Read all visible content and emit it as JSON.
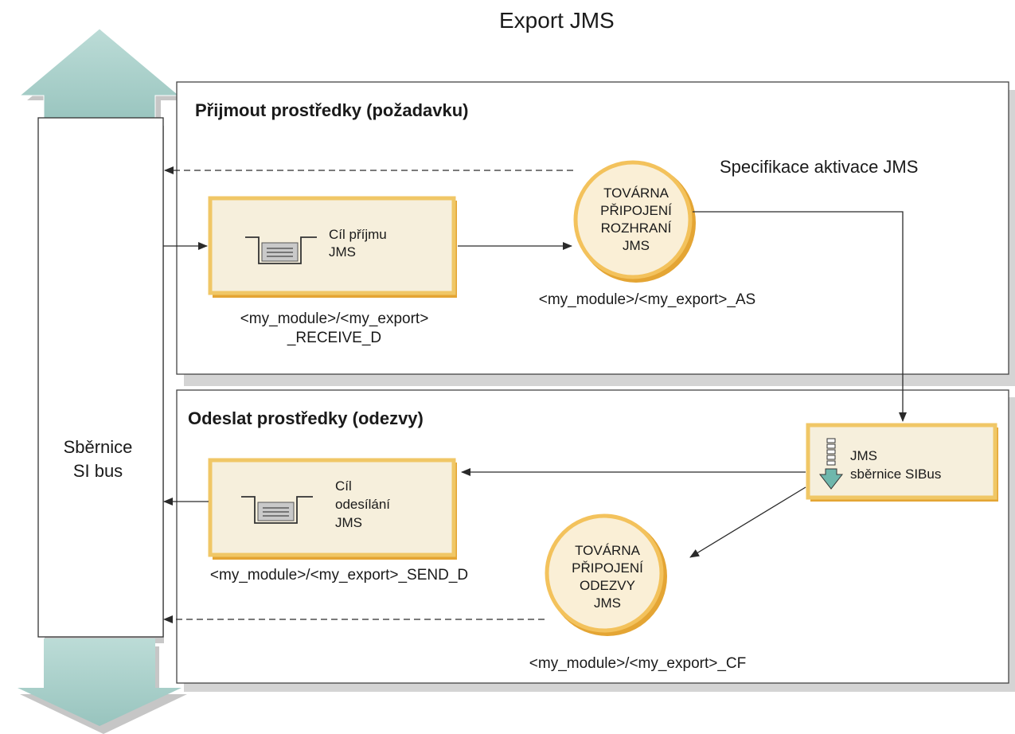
{
  "title": "Export JMS",
  "bus_label": [
    "Sběrnice",
    "SI bus"
  ],
  "request_section": {
    "heading": "Přijmout prostředky (požadavku)",
    "activation_spec_label": "Specifikace aktivace JMS",
    "receive_destination": {
      "label": [
        "Cíl příjmu",
        "JMS"
      ],
      "caption": [
        "<my_module>/<my_export>",
        "_RECEIVE_D"
      ]
    },
    "interface_factory": {
      "label": [
        "TOVÁRNA",
        "PŘIPOJENÍ",
        "ROZHRANÍ",
        "JMS"
      ],
      "caption": "<my_module>/<my_export>_AS"
    }
  },
  "response_section": {
    "heading": "Odeslat prostředky (odezvy)",
    "sibus": {
      "label": [
        "JMS",
        "sběrnice SIBus"
      ]
    },
    "send_destination": {
      "label": [
        "Cíl",
        "odesílání",
        "JMS"
      ],
      "caption": "<my_module>/<my_export>_SEND_D"
    },
    "response_factory": {
      "label": [
        "TOVÁRNA",
        "PŘIPOJENÍ",
        "ODEZVY",
        "JMS"
      ],
      "caption": "<my_module>/<my_export>_CF"
    }
  },
  "colors": {
    "arrow_fill": "#a9cfca",
    "box_fill": "#f6efdc",
    "box_border": "#f0c766",
    "box_shadow": "#e6a92e",
    "circle_fill": "#faefd6",
    "circle_border": "#f3c25c",
    "panel_shadow": "#d4d4d4",
    "line": "#2a2a2a"
  }
}
